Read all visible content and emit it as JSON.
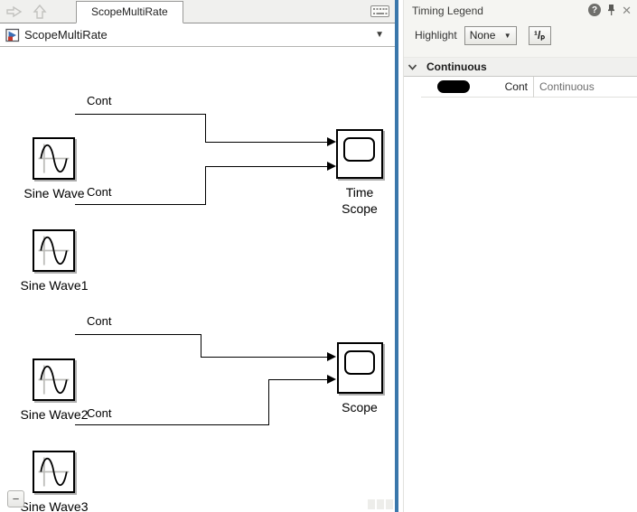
{
  "tab_bar": {
    "tab_label": "ScopeMultiRate"
  },
  "breadcrumb": {
    "model_name": "ScopeMultiRate"
  },
  "canvas": {
    "blocks": [
      {
        "label": "Sine Wave",
        "type": "sine"
      },
      {
        "label": "Sine Wave1",
        "type": "sine"
      },
      {
        "label": "Sine Wave2",
        "type": "sine"
      },
      {
        "label": "Sine Wave3",
        "type": "sine"
      },
      {
        "label": "Time Scope",
        "type": "scope"
      },
      {
        "label": "Scope",
        "type": "scope"
      }
    ],
    "signal_labels": [
      "Cont",
      "Cont",
      "Cont",
      "Cont"
    ]
  },
  "timing_legend": {
    "title": "Timing Legend",
    "highlight_label": "Highlight",
    "highlight_value": "None",
    "rate_button_label": "¹/ₚ",
    "sections": [
      {
        "title": "Continuous",
        "rows": [
          {
            "swatch_color": "#000000",
            "code": "Cont",
            "description": "Continuous"
          }
        ]
      }
    ]
  },
  "icons": {
    "dropdown_caret": "▼",
    "help": "?",
    "close": "✕",
    "collapse": "−"
  },
  "colors": {
    "splitter": "#3a77ab",
    "swatch": "#000000"
  }
}
